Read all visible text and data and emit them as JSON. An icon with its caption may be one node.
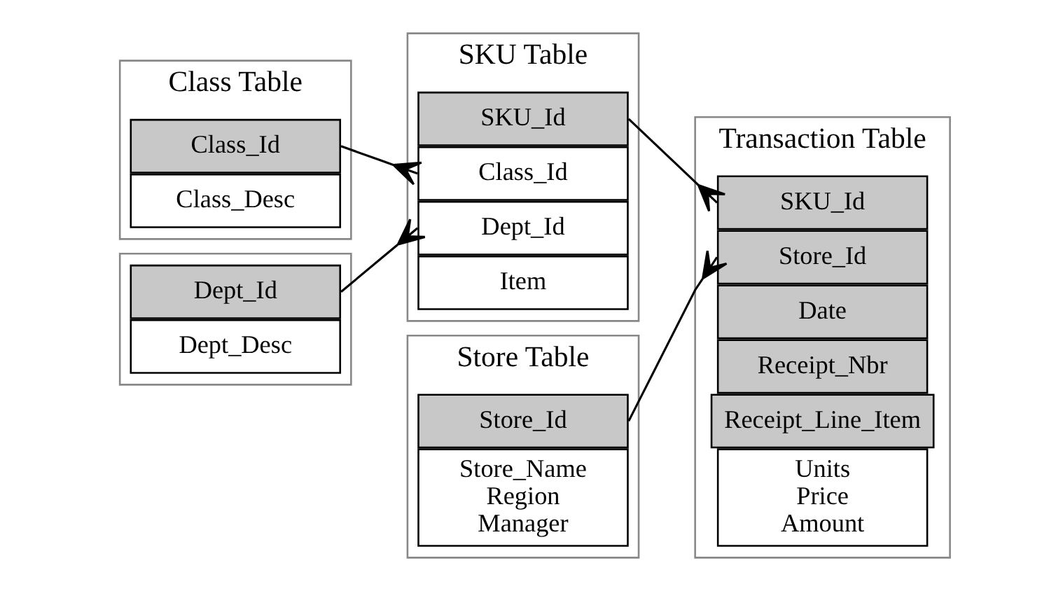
{
  "diagram": {
    "nodes": [
      {
        "text": [
          "Class Table"
        ]
      },
      {
        "text": [
          "Class_Id"
        ],
        "in": 0
      },
      {
        "text": [
          "Class_Desc"
        ],
        "in": 0
      },
      {
        "text": [],
        "shape": "box"
      },
      {
        "text": [
          "Dept_Id"
        ],
        "in": 3
      },
      {
        "text": [
          "Dept_Desc"
        ],
        "in": 3
      },
      {
        "text": [
          "SKU Table"
        ]
      },
      {
        "text": [
          "SKU_Id"
        ],
        "in": 6
      },
      {
        "text": [
          "Class_Id"
        ],
        "in": 6
      },
      {
        "text": [
          "Dept_Id"
        ],
        "in": 6
      },
      {
        "text": [
          "Item"
        ],
        "in": 6
      },
      {
        "text": [
          "Transaction Table"
        ]
      },
      {
        "text": [
          "Store_Id"
        ],
        "in": 11
      },
      {
        "text": [
          "SKU_Id"
        ],
        "in": 11
      },
      {
        "text": [
          "Date"
        ],
        "in": 11
      },
      {
        "text": [
          "Receipt_Nbr"
        ],
        "in": 11
      },
      {
        "text": [
          "Receipt_Line_Item"
        ],
        "in": 11
      },
      {
        "text": [
          "Units",
          "Price",
          "Amount"
        ],
        "in": 11
      },
      {
        "text": [
          "Store Table"
        ]
      },
      {
        "text": [
          "Store_Id"
        ],
        "in": 18
      },
      {
        "text": [
          "Store_Name",
          "Region",
          "Manager"
        ],
        "in": 18
      }
    ],
    "edges": [
      {
        "from": 1,
        "to": 8,
        "arrow": "other"
      },
      {
        "from": 4,
        "to": 9,
        "arrow": "other"
      },
      {
        "from": 7,
        "to": 13,
        "arrow": "other"
      },
      {
        "from": 19,
        "to": 12,
        "arrow": "other"
      }
    ]
  }
}
